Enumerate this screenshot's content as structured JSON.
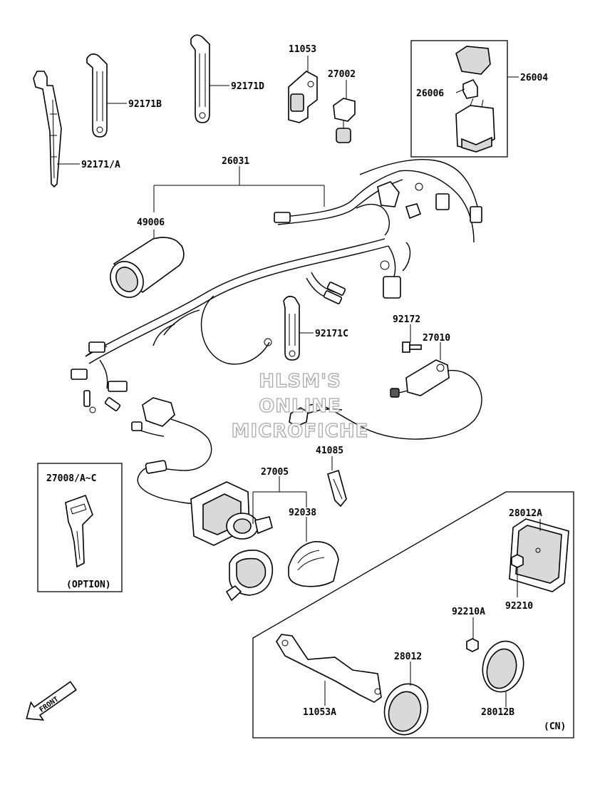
{
  "parts": {
    "p92171A": "92171/A",
    "p92171B": "92171B",
    "p92171D": "92171D",
    "p11053": "11053",
    "p27002": "27002",
    "p26004": "26004",
    "p26006": "26006",
    "p26031": "26031",
    "p49006": "49006",
    "p92171C": "92171C",
    "p92172": "92172",
    "p27010": "27010",
    "p41085": "41085",
    "p27005": "27005",
    "p92038": "92038",
    "p27008": "27008/A~C",
    "p28012A": "28012A",
    "p92210": "92210",
    "p92210A": "92210A",
    "p28012": "28012",
    "p11053A": "11053A",
    "p28012B": "28012B"
  },
  "notes": {
    "option": "(OPTION)",
    "cn": "(CN)",
    "front": "FRONT"
  },
  "watermark": {
    "line1": "HLSM'S",
    "line2": "ONLINE",
    "line3": "MICROFICHE"
  }
}
